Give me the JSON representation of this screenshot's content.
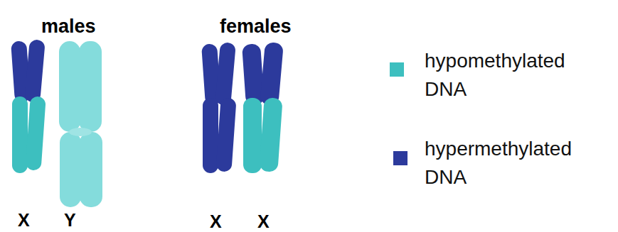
{
  "diagram": {
    "labels": [
      "males",
      "females",
      "X",
      "Y",
      "X",
      "X"
    ],
    "legend": [
      {
        "text": "hypomethylated DNA",
        "color": "#3dbfbf"
      },
      {
        "text": "hypermethylated DNA",
        "color": "#2c3a9c"
      }
    ]
  }
}
